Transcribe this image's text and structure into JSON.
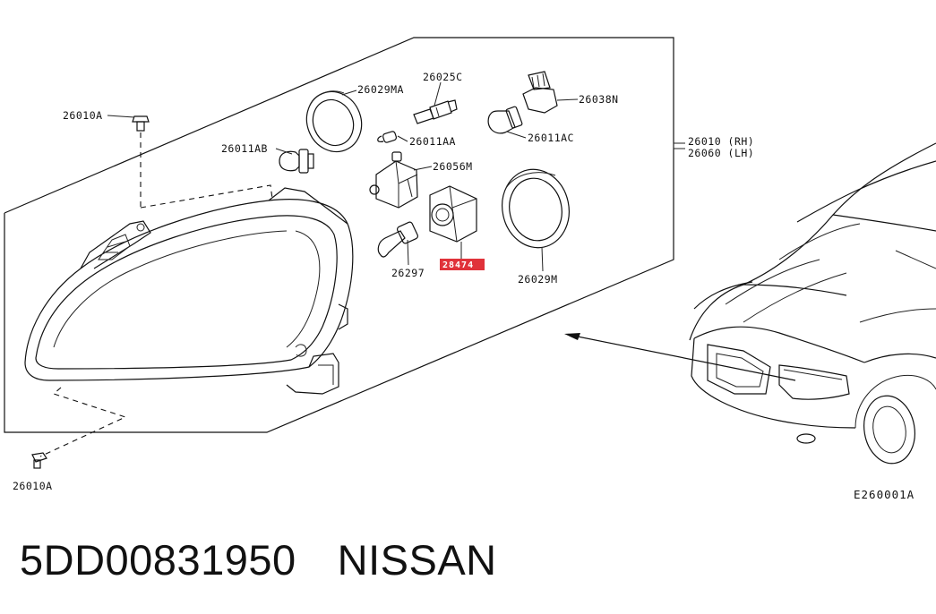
{
  "labels": {
    "bolt_top": "26010A",
    "bolt_bottom": "26010A",
    "bulb_ab": "26011AB",
    "cap_ma": "26029MA",
    "socket_c": "26025C",
    "bulb_aa": "26011AA",
    "leveler": "26056M",
    "socket_bn": "26038N",
    "bulb_ac": "26011AC",
    "assembly_rh": "26010 (RH)",
    "assembly_lh": "26060 (LH)",
    "xenon_bulb": "26297",
    "ballast": "28474",
    "cap_m": "26029M",
    "ref_code": "E260001A"
  },
  "footer": {
    "part_number": "5DD00831950",
    "brand": "NISSAN"
  },
  "colors": {
    "highlight": "#e0323a",
    "ink": "#111111"
  }
}
